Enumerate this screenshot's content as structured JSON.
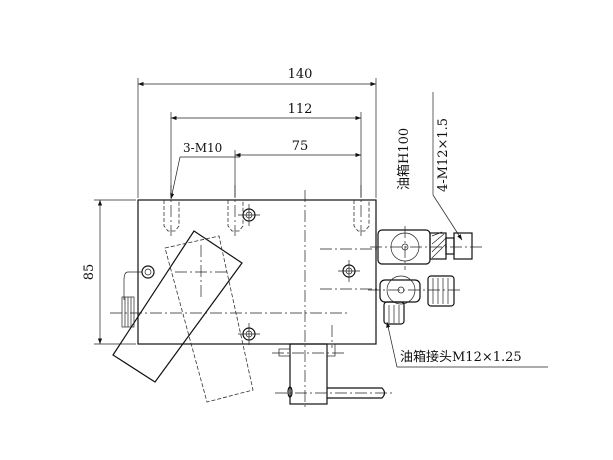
{
  "dimensions": {
    "width_total": "140",
    "hole_span": "112",
    "hole_offset": "75",
    "height": "85",
    "hole_callout": "3-M10"
  },
  "annotations": {
    "tank_height": "油箱H100",
    "mount_threads": "4-M12×1.5",
    "tank_fitting": "油箱接头M12×1.25"
  }
}
